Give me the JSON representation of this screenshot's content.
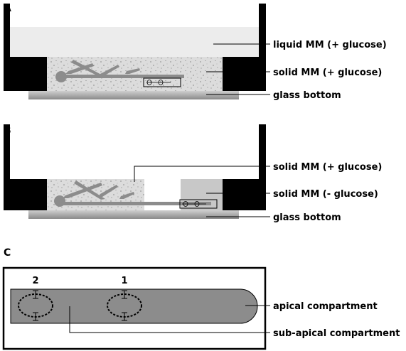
{
  "panels": {
    "a": {
      "letter": "A",
      "labels": {
        "liquid": "liquid MM (+ glucose)",
        "solid": "solid MM (+ glucose)",
        "glass": "glass bottom"
      }
    },
    "b": {
      "letter": "B",
      "labels": {
        "solid_plus": "solid MM (+ glucose)",
        "solid_minus": "solid MM (- glucose)",
        "glass": "glass bottom"
      }
    },
    "c": {
      "letter": "C",
      "site_numbers": [
        "2",
        "1"
      ],
      "labels": {
        "apical": "apical compartment",
        "subapical": "sub-apical compartment"
      }
    }
  },
  "colors": {
    "liquid_medium": "#ececec",
    "solid_medium": "#dcdcdc",
    "solid_minus_medium": "#c8c8c8",
    "hypha": "#8c8c8c",
    "glass": "#a8a8a8",
    "walls": "#000000"
  }
}
